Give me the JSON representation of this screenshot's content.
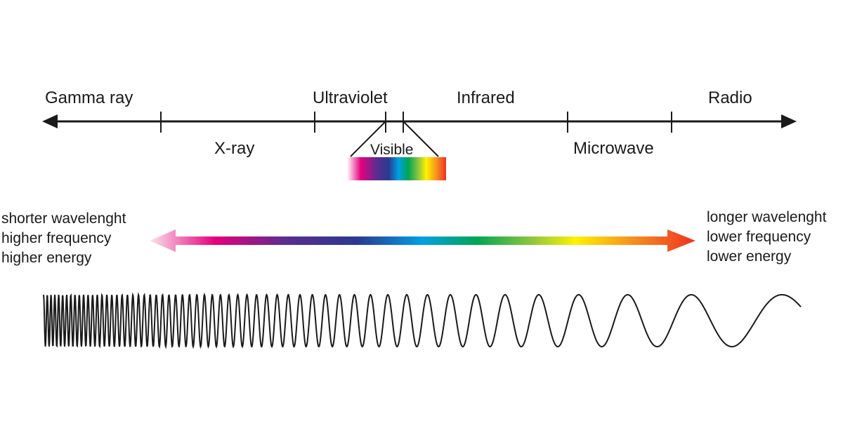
{
  "spectrum": {
    "labels": {
      "gamma": "Gamma ray",
      "xray": "X-ray",
      "ultraviolet": "Ultraviolet",
      "visible": "Visible",
      "infrared": "Infrared",
      "microwave": "Microwave",
      "radio": "Radio"
    }
  },
  "left_text": [
    "shorter wavelenght",
    "higher frequency",
    "higher energy"
  ],
  "right_text": [
    "longer wavelenght",
    "lower frequency",
    "lower energy"
  ],
  "colors": {
    "line": "#1a1a1a",
    "gradient": [
      "#f7d3dd",
      "#e4007e",
      "#5a2d91",
      "#2b3990",
      "#00a0e3",
      "#00a651",
      "#8dc63f",
      "#fff200",
      "#f7941d",
      "#ee3124"
    ]
  },
  "icons": {
    "arrow_left": "arrow-left-icon",
    "arrow_right": "arrow-right-icon"
  }
}
